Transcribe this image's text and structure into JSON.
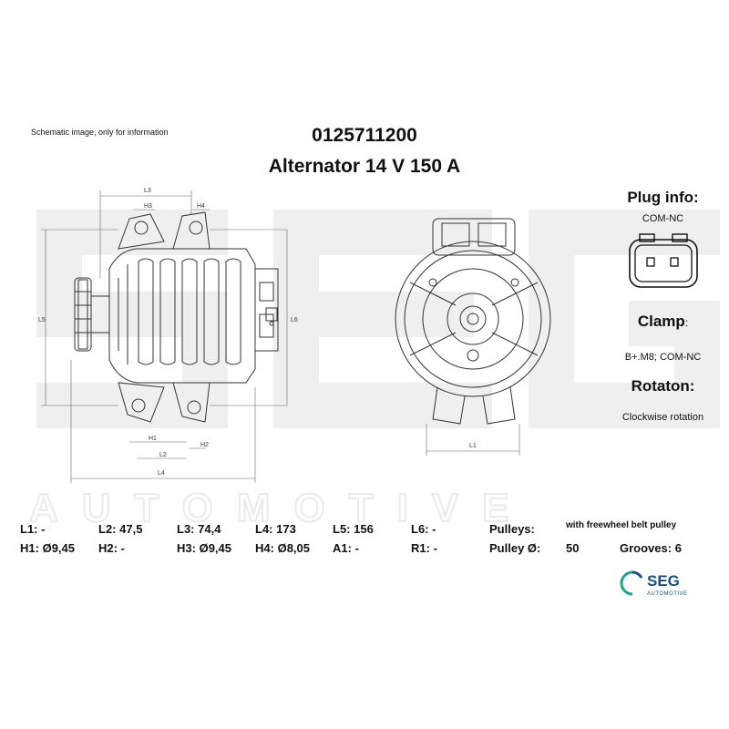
{
  "watermark": {
    "brand": "SEG",
    "sub": "AUTOMOTIVE",
    "color": "#ececec"
  },
  "note": "Schematic image, only for information",
  "title": {
    "part_number": "0125711200",
    "description": "Alternator 14 V 150 A"
  },
  "side": {
    "plug_heading": "Plug info:",
    "plug_value": "COM-NC",
    "clamp_heading": "Clamp",
    "clamp_colon": ":",
    "clamp_value": "B+.M8; COM-NC",
    "rotation_heading": "Rotaton:",
    "rotation_value": "Clockwise rotation"
  },
  "dimension_labels": {
    "L1": "L1",
    "L2": "L2",
    "L3": "L3",
    "L4": "L4",
    "L5": "L5",
    "L6": "L6",
    "H1": "H1",
    "H2": "H2",
    "H3": "H3",
    "H4": "H4"
  },
  "specs": {
    "row1": [
      {
        "label": "L1:",
        "value": "-"
      },
      {
        "label": "L2:",
        "value": "47,5"
      },
      {
        "label": "L3:",
        "value": "74,4"
      },
      {
        "label": "L4:",
        "value": "173"
      },
      {
        "label": "L5:",
        "value": "156"
      },
      {
        "label": "L6:",
        "value": "-"
      }
    ],
    "row2": [
      {
        "label": "H1:",
        "value": "Ø9,45"
      },
      {
        "label": "H2:",
        "value": "-"
      },
      {
        "label": "H3:",
        "value": "Ø9,45"
      },
      {
        "label": "H4:",
        "value": "Ø8,05"
      },
      {
        "label": "A1:",
        "value": "-"
      },
      {
        "label": "R1:",
        "value": "-"
      }
    ],
    "pulleys_label": "Pulleys:",
    "pulleys_value": "with freewheel belt pulley",
    "pulley_diameter_label": "Pulley Ø:",
    "pulley_diameter_value": "50",
    "grooves_label": "Grooves:",
    "grooves_value": "6"
  },
  "logo": {
    "brand": "SEG",
    "sub": "AUTOMOTIVE",
    "color_primary": "#1a4f8a",
    "color_accent": "#1aa68a"
  }
}
